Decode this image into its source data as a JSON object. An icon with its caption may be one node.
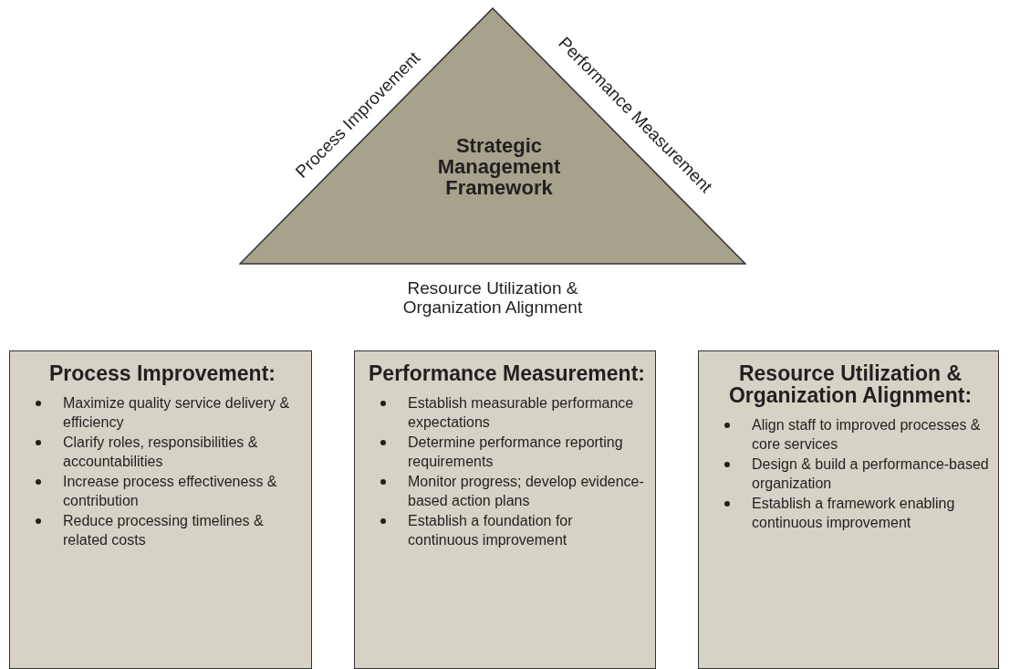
{
  "diagram": {
    "nodes": [
      {
        "text": [
          "Strategic Management Framework"
        ],
        "beside": [
          "Process Improvement",
          "Performance Measurement",
          "Resource Utilization & Organization Alignment"
        ]
      },
      {
        "text": [
          "Process Improvement:",
          "Maximize quality service delivery & efficiency",
          "Clarify roles, responsibilities & accountabilities",
          "Increase process effectiveness & contribution",
          "Reduce processing timelines & related costs"
        ]
      },
      {
        "text": [
          "Performance Measurement:",
          "Establish measurable performance expectations",
          "Determine performance reporting requirements",
          "Monitor progress; develop evidence-based action plans",
          "Establish a foundation for continuous improvement"
        ]
      },
      {
        "text": [
          "Resource Utilization & Organization Alignment:",
          "Align staff to improved processes & core services",
          "Design & build a performance-based organization",
          "Establish a framework enabling continuous improvement"
        ]
      }
    ]
  }
}
